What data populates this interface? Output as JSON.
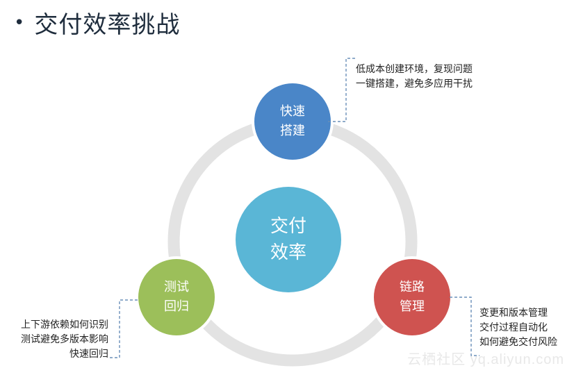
{
  "page": {
    "bullet": "•",
    "title": "交付效率挑战"
  },
  "nodes": {
    "center": {
      "line1": "交付",
      "line2": "效率",
      "color": "#5ab6d6"
    },
    "top": {
      "line1": "快速",
      "line2": "搭建",
      "color": "#4a86c8"
    },
    "left": {
      "line1": "测试",
      "line2": "回归",
      "color": "#9cbf5a"
    },
    "right": {
      "line1": "链路",
      "line2": "管理",
      "color": "#cf5350"
    }
  },
  "notes": {
    "top": [
      "低成本创建环境，复现问题",
      "一键搭建，避免多应用干扰"
    ],
    "left": [
      "上下游依赖如何识别",
      "测试避免多版本影响",
      "快速回归"
    ],
    "right": [
      "变更和版本管理",
      "交付过程自动化",
      "如何避免交付风险"
    ]
  },
  "watermark": "云栖社区 yq.aliyun.com"
}
